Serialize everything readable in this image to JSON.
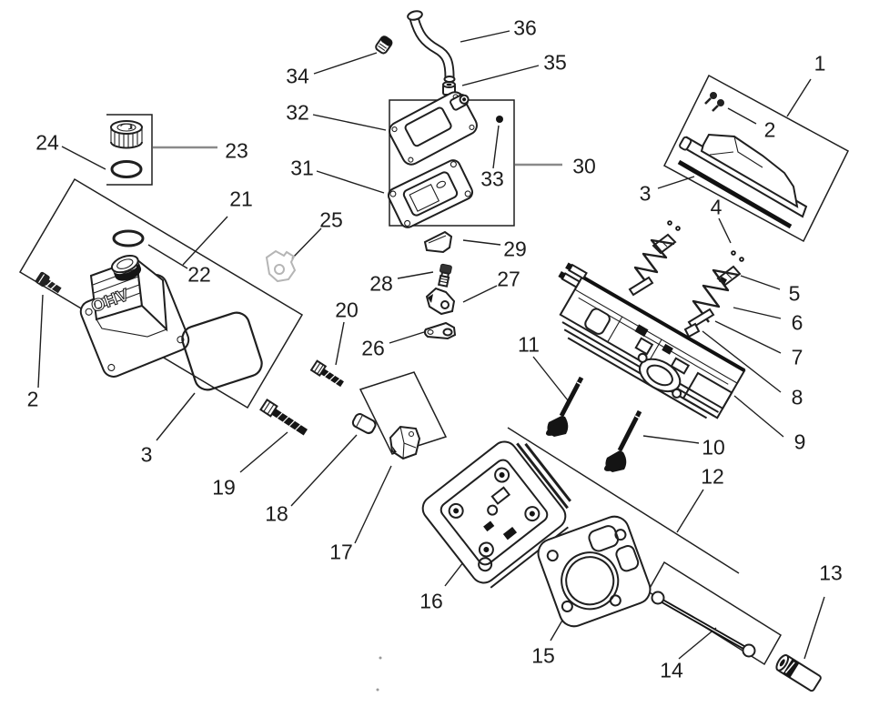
{
  "figure": {
    "emboss_text": "OHV"
  },
  "colors": {
    "line": "#1f1f1f",
    "gray_connector": "#8a8a8a",
    "ghost_part": "#b5b5b5",
    "background": "#ffffff"
  },
  "callouts": [
    {
      "label": "36"
    },
    {
      "label": "35"
    },
    {
      "label": "34"
    },
    {
      "label": "1"
    },
    {
      "label": "2"
    },
    {
      "label": "32"
    },
    {
      "label": "30"
    },
    {
      "label": "33"
    },
    {
      "label": "31"
    },
    {
      "label": "24"
    },
    {
      "label": "23"
    },
    {
      "label": "21"
    },
    {
      "label": "25"
    },
    {
      "label": "3"
    },
    {
      "label": "4"
    },
    {
      "label": "29"
    },
    {
      "label": "22"
    },
    {
      "label": "28"
    },
    {
      "label": "27"
    },
    {
      "label": "5"
    },
    {
      "label": "6"
    },
    {
      "label": "20"
    },
    {
      "label": "7"
    },
    {
      "label": "26"
    },
    {
      "label": "11"
    },
    {
      "label": "8"
    },
    {
      "label": "2"
    },
    {
      "label": "9"
    },
    {
      "label": "3"
    },
    {
      "label": "10"
    },
    {
      "label": "19"
    },
    {
      "label": "12"
    },
    {
      "label": "18"
    },
    {
      "label": "17"
    },
    {
      "label": "13"
    },
    {
      "label": "16"
    },
    {
      "label": "15"
    },
    {
      "label": "14"
    }
  ]
}
